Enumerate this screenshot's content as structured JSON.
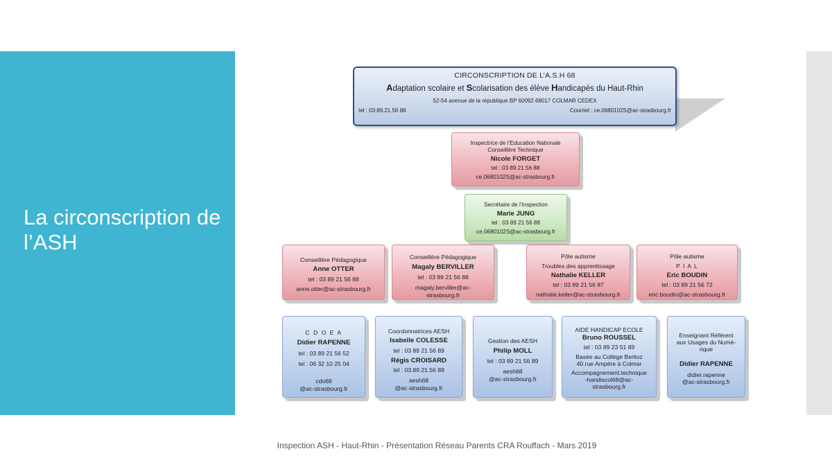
{
  "slide": {
    "title": "La circonscription de l’ASH",
    "footer": "Inspection ASH - Haut-Rhin - Présentation Réseau Parents CRA Rouffach - Mars 2019"
  },
  "header": {
    "title": "CIRCONSCRIPTION DE L’A.S.H 68",
    "subtitle_parts": [
      "A",
      "daptation scolaire et ",
      "S",
      "colarisation des élève ",
      "H",
      "andicapés du Haut-Rhin"
    ],
    "address": "52-54 avenue de la république BP 60092 68017 COLMAR CEDEX",
    "tel": "tel : 03.89.21.56 88",
    "email": "Courriel : ce.0680102S@ac-strasbourg.fr"
  },
  "level1": {
    "role1": "Inspectrice de l’Education Nationale",
    "role2": "Conseillère Technique",
    "name": "Nicole FORGET",
    "tel": "tel : 03 89 21 56 88",
    "email": "ce.0680102S@ac-strasbourg.fr"
  },
  "level2": {
    "role": "Secrétaire de l’Inspection",
    "name": "Marie JUNG",
    "tel": "tel : 03 89 21 56 88",
    "email": "ce.0680102S@ac-strasbourg.fr"
  },
  "pink_row": [
    {
      "role": "Conseillère Pédagogique",
      "name": "Anne OTTER",
      "tel": "tel : 03 89 21 56 88",
      "email": "anne.otter@ac-strasbourg.fr"
    },
    {
      "role": "Conseillère Pédagogique",
      "name": "Magaly BERVILLER",
      "tel": "tel : 03 89 21 56 88",
      "email1": "magaly.berviller@ac-",
      "email2": "strasbourg.fr"
    },
    {
      "role1": "Pôle autisme",
      "role2": "Troubles des apprentissage",
      "name": "Nathalie KELLER",
      "tel": "tel : 03 89 21 56 87",
      "email": "nathalie.keller@ac-strasbourg.fr"
    },
    {
      "role1": "Pôle autisme",
      "role2": "P I A L",
      "name": "Eric BOUDIN",
      "tel": "tel : 03 89 21 56 72",
      "email": "eric.boudin@ac-strasbourg.fr"
    }
  ],
  "blue_row": [
    {
      "role": "C D O E A",
      "name": "Didier RAPENNE",
      "tel1": "tel : 03 89 21 56 52",
      "tel2": "tel : 06 32 10 25 04",
      "email1": "cdo68",
      "email2": "@ac-strasbourg.fr"
    },
    {
      "role": "Coordonnatrices AESH",
      "name1": "Isabelle COLESSE",
      "tel1": "tel : 03 89 21 56 89",
      "name2": "Régis CROISARD",
      "tel2": "tel : 03.89.21.56 89",
      "email1": "aesh68",
      "email2": "@ac-strasbourg.fr"
    },
    {
      "role": "Gestion des AESH",
      "name": "Philip MOLL",
      "tel": "tel : 03 89 21 56 89",
      "email1": "aesh68",
      "email2": "@ac-strasbourg.fr"
    },
    {
      "role": "AIDE HANDICAP ECOLE",
      "name": "Bruno ROUSSEL",
      "tel": "tel : 03 89 23 51 89",
      "addr1": "Basée au Collège Berlioz",
      "addr2": "40 rue Ampère à Colmar",
      "email1": "Accompagnement.technique",
      "email2": "-handiscol68@ac-",
      "email3": "strasbourg.fr"
    },
    {
      "role1": "Enseignant Référent",
      "role2": "aux Usages du Numé-",
      "role3": "rique",
      "name": "Didier RAPENNE",
      "email1": "didier.rapenne",
      "email2": "@ac-strasbourg.fr"
    }
  ]
}
